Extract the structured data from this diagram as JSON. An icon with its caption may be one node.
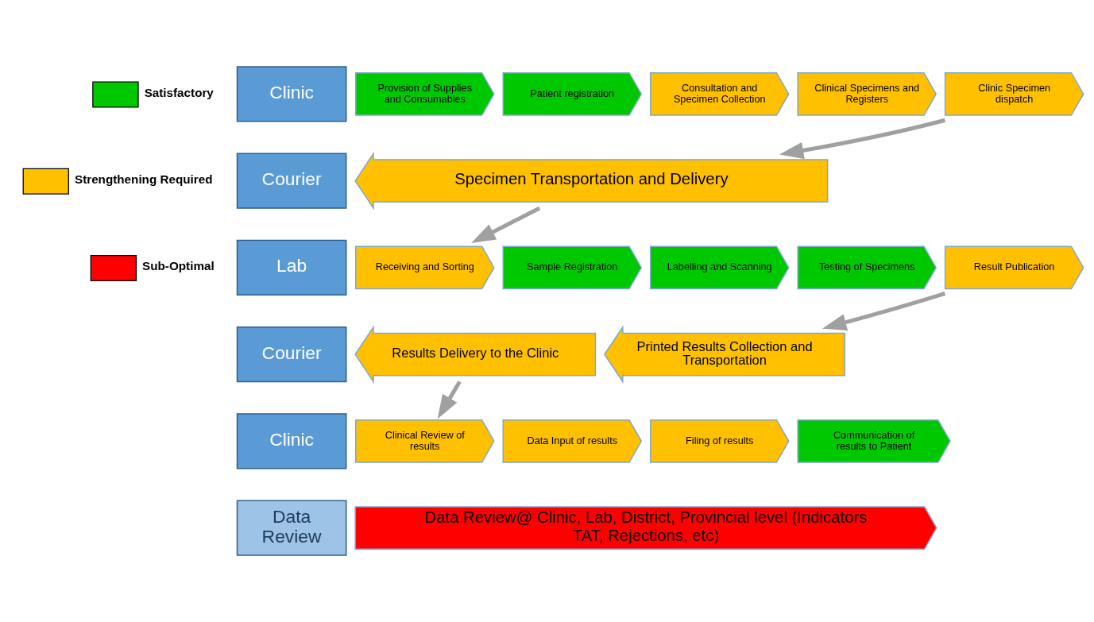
{
  "diagram": {
    "nodes": [
      {
        "text": [
          "Clinic"
        ]
      },
      {
        "text": [
          "Courier"
        ]
      },
      {
        "text": [
          "Lab"
        ]
      },
      {
        "text": [
          "Courier"
        ]
      },
      {
        "text": [
          "Clinic"
        ]
      },
      {
        "text": [
          "Data Review"
        ]
      },
      {
        "text": [
          "Provision of Supplies and Consumables"
        ]
      },
      {
        "text": [
          "Patient registration"
        ]
      },
      {
        "text": [
          "Consultation and Specimen Collection"
        ]
      },
      {
        "text": [
          "Clinical Specimens and Registers"
        ]
      },
      {
        "text": [
          "Clinic Specimen dispatch"
        ]
      },
      {
        "text": [
          "Specimen Transportation and Delivery"
        ]
      },
      {
        "text": [
          "Receiving and Sorting"
        ]
      },
      {
        "text": [
          "Sample Registration"
        ]
      },
      {
        "text": [
          "Labelling and Scanning"
        ]
      },
      {
        "text": [
          "Testing of Specimens"
        ]
      },
      {
        "text": [
          "Result Publication"
        ]
      },
      {
        "text": [
          "Results Delivery to the Clinic"
        ]
      },
      {
        "text": [
          "Printed Results Collection and Transportation"
        ]
      },
      {
        "text": [
          "Clinical Review of results"
        ]
      },
      {
        "text": [
          "Data Input of results"
        ]
      },
      {
        "text": [
          "Filing of results"
        ]
      },
      {
        "text": [
          "Communication of results to Patient"
        ]
      },
      {
        "text": [
          "Data Review@ Clinic, Lab, District, Provincial level (Indicators TAT, Rejections, etc)"
        ]
      }
    ],
    "edges": [
      {
        "from": 10,
        "to": 11,
        "arrow": "to"
      },
      {
        "from": 11,
        "to": 12,
        "arrow": "to"
      },
      {
        "from": 16,
        "to": 18,
        "arrow": "to"
      },
      {
        "from": 17,
        "to": 19,
        "arrow": "to"
      }
    ],
    "legend": [
      {
        "text": "Satisfactory",
        "color": "#00c800"
      },
      {
        "text": "Strengthening Required",
        "color": "#ffc000"
      },
      {
        "text": "Sub-Optimal",
        "color": "#ff0000"
      }
    ]
  }
}
